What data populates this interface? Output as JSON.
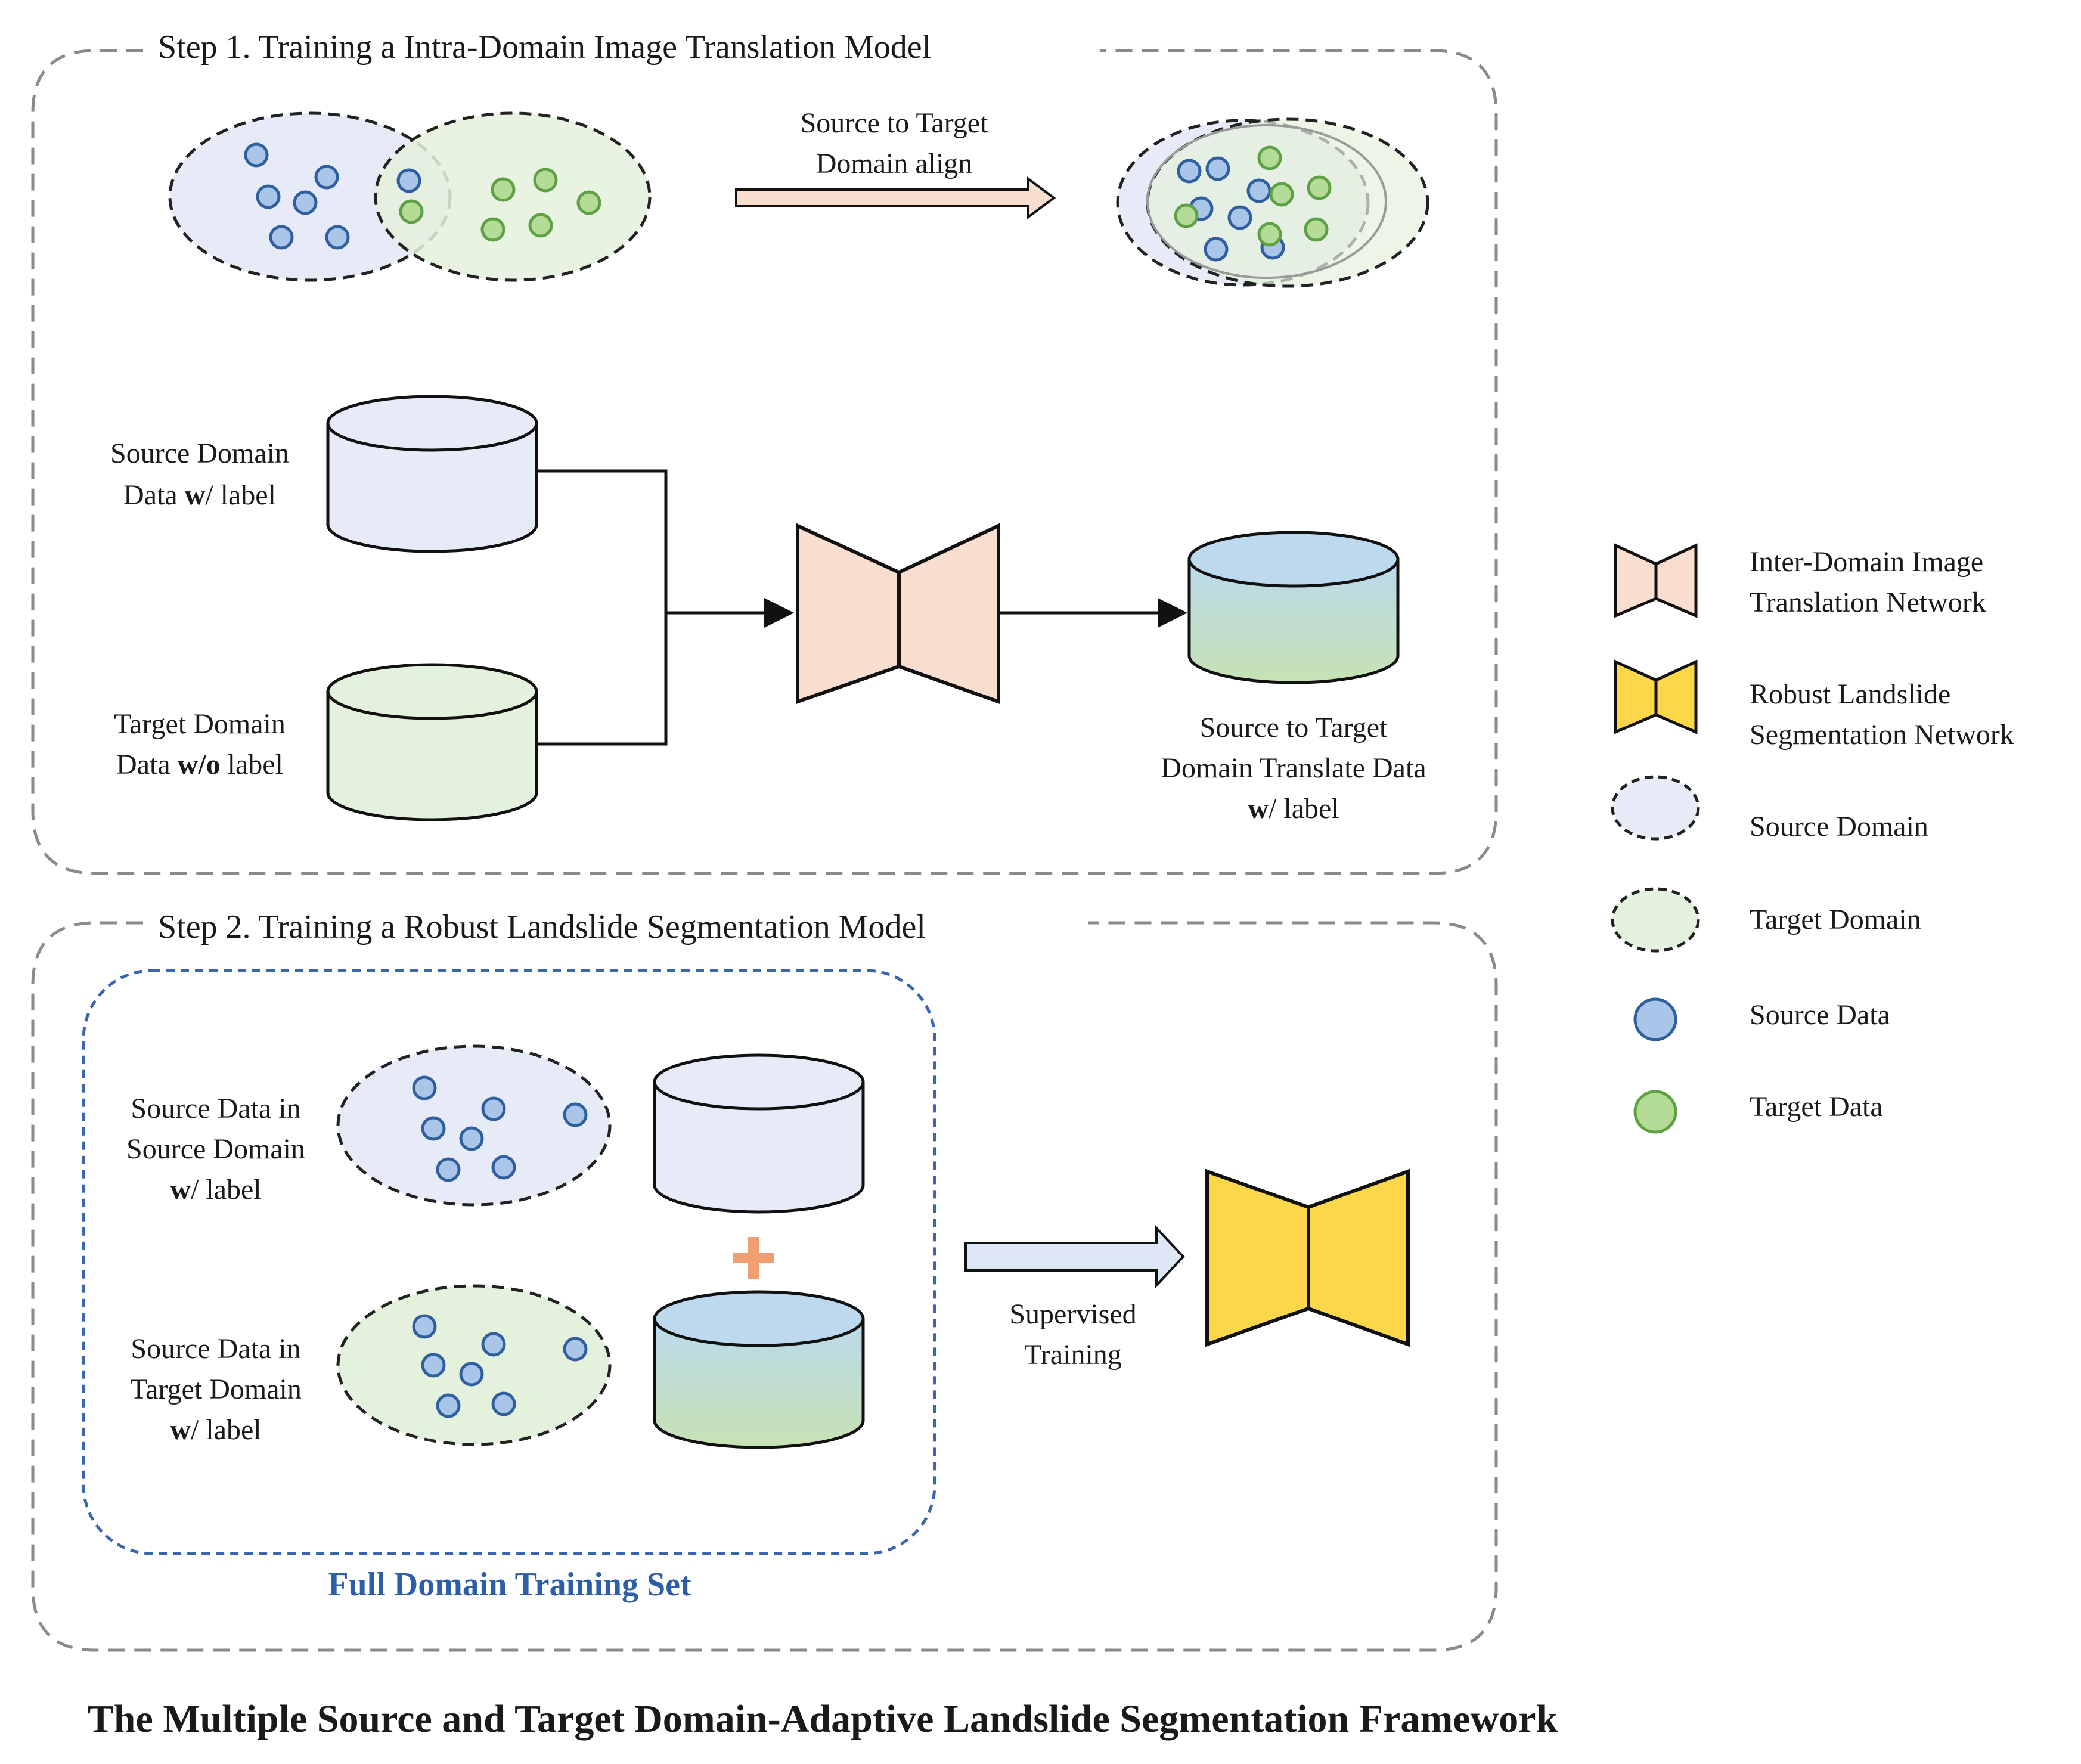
{
  "step1": {
    "title": "Step 1. Training a Intra-Domain Image Translation Model",
    "align_label": [
      "Source to Target",
      "Domain align"
    ],
    "source_db": {
      "line1": "Source Domain",
      "line2_bold": "Data ",
      "line2_b": "w",
      "line2_rest": "/ label"
    },
    "target_db": {
      "line1": "Target Domain",
      "line2_a": "Data ",
      "line2_b": "w/o",
      "line2_rest": " label"
    },
    "translated_db": {
      "line1": "Source to Target",
      "line2": "Domain Translate Data",
      "line3_b": "w",
      "line3_rest": "/ label"
    }
  },
  "step2": {
    "title": "Step 2. Training a Robust Landslide Segmentation Model",
    "src_in_src": {
      "line1": "Source Data in",
      "line2": "Source Domain",
      "line3_b": "w",
      "line3_rest": "/ label"
    },
    "src_in_tgt": {
      "line1": "Source Data in",
      "line2": "Target Domain",
      "line3_b": "w",
      "line3_rest": "/ label"
    },
    "supervised": [
      "Supervised",
      "Training"
    ],
    "full_domain": "Full Domain Training Set"
  },
  "legend": {
    "inter_domain": [
      "Inter-Domain Image",
      "Translation Network"
    ],
    "robust": [
      "Robust Landslide",
      "Segmentation Network"
    ],
    "source_domain": "Source Domain",
    "target_domain": "Target Domain",
    "source_data": "Source Data",
    "target_data": "Target Data"
  },
  "main_title": "The Multiple Source and Target Domain-Adaptive Landslide Segmentation Framework",
  "colors": {
    "source_fill": "#e6ebf7",
    "target_fill": "#e4f1dc",
    "source_dot": "#a9c6e8",
    "source_dot_stroke": "#2f5f9e",
    "target_dot": "#b5dc97",
    "target_dot_stroke": "#5fa047",
    "translation_net": "#f9ded0",
    "segmentation_net": "#fcd74a",
    "full_domain_border": "#3a66b0",
    "plus": "#f0a070"
  }
}
